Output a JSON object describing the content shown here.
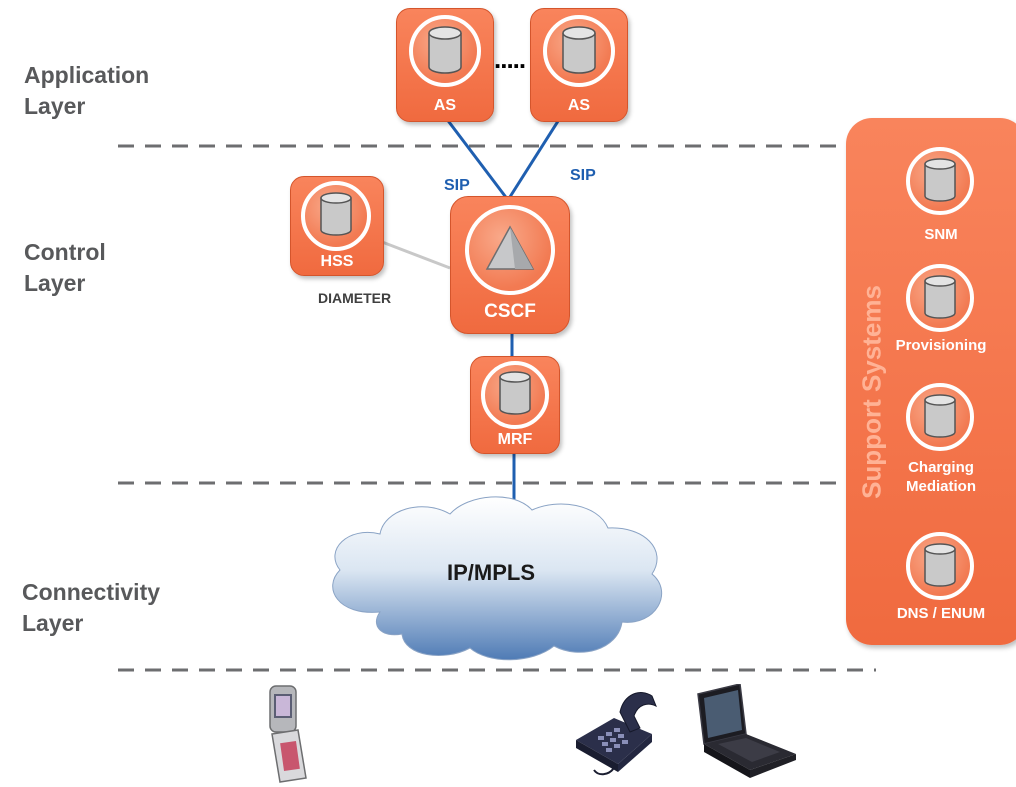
{
  "layers": {
    "application": [
      "Application",
      "Layer"
    ],
    "control": [
      "Control",
      "Layer"
    ],
    "connectivity": [
      "Connectivity",
      "Layer"
    ]
  },
  "nodes": {
    "as1": "AS",
    "as2": "AS",
    "ellipsis": ".....",
    "hss": "HSS",
    "cscf": "CSCF",
    "mrf": "MRF"
  },
  "edges": {
    "sip_left": "SIP",
    "sip_right": "SIP",
    "diameter": "DIAMETER"
  },
  "network": "IP/MPLS",
  "support_systems": {
    "title": "Support Systems",
    "items": [
      "SNM",
      "Provisioning",
      "Charging\nMediation",
      "DNS / ENUM"
    ]
  },
  "colors": {
    "node_orange": "#f4774b",
    "link_blue": "#1f5fb0",
    "label_gray": "#58595b",
    "sip_blue": "#1f5fb0"
  },
  "devices": [
    "mobile-phone-icon",
    "desk-phone-icon",
    "laptop-icon"
  ]
}
